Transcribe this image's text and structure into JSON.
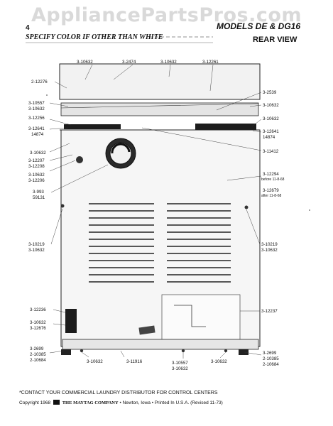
{
  "watermark": "AppliancePartsPros.com",
  "header": {
    "page_number": "4",
    "specify": "SPECIFY COLOR IF OTHER THAN WHITE",
    "models": "MODELS DE & DG16",
    "view": "REAR VIEW"
  },
  "labels": {
    "l1": "3-10632",
    "l2": "3-2474",
    "l3": "3-10632",
    "l4": "3-12261",
    "l5": "2-12276",
    "l6": "3-2539",
    "l7a": "3-10557",
    "l7b": "3-10632",
    "l8": "3-10632",
    "l9": "3-12256",
    "l10": "3-10632",
    "l11a": "3-12641",
    "l11b": "14874",
    "l12a": "3-12641",
    "l12b": "14874",
    "l13": "3-10632",
    "l14": "3-11412",
    "l15a": "3-12207",
    "l15b": "3-12208",
    "l16a": "3-10632",
    "l16b": "3-12206",
    "l17a": "3-12294",
    "l17b": "before 11-8-68",
    "l18a": "3-12679",
    "l18b": "after 11-8-68",
    "l19a": "3-993",
    "l19b": "59131",
    "l20a": "3-10219",
    "l20b": "3-10632",
    "l21a": "3-10219",
    "l21b": "3-10632",
    "l22": "3-12236",
    "l23": "3-12237",
    "l24a": "3-10632",
    "l24b": "3-12676",
    "l25a": "3-2699",
    "l25b": "2-10385",
    "l25c": "2-10684",
    "l26a": "3-2699",
    "l26b": "2-10385",
    "l26c": "2-10684",
    "l27": "3-10632",
    "l28": "3-11916",
    "l29a": "3-10557",
    "l29b": "3-10632",
    "l30": "3-10632"
  },
  "footer": {
    "note": "*CONTACT YOUR COMMERCIAL LAUNDRY DISTRIBUTOR FOR CONTROL CENTERS",
    "copyright": "Copyright 1968",
    "company": "THE MAYTAG COMPANY",
    "location": "• Newton, Iowa • Printed In U.S.A. (Revised 11-73)"
  }
}
